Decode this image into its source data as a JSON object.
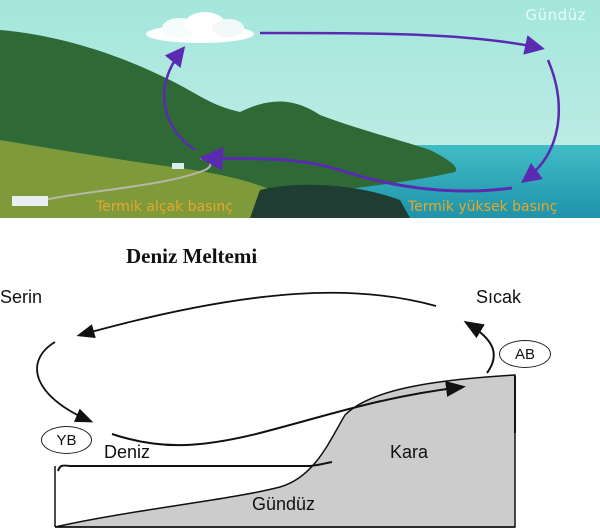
{
  "photo": {
    "period_label": "Gündüz",
    "low_pressure_label": "Termik alçak basınç",
    "high_pressure_label": "Termik yüksek basınç",
    "arrow_color": "#5a2bb0",
    "label_color": "#e3a72c",
    "sky_color": "#a8e8df",
    "sea_color": "#2aa7b8"
  },
  "diagram": {
    "title": "Deniz Meltemi",
    "cool_label": "Serin",
    "warm_label": "Sıcak",
    "low_pressure_abbr": "YB",
    "high_pressure_abbr": "AB",
    "sea_label": "Deniz",
    "land_label": "Kara",
    "period_label": "Gündüz",
    "land_fill": "#cccccc"
  }
}
